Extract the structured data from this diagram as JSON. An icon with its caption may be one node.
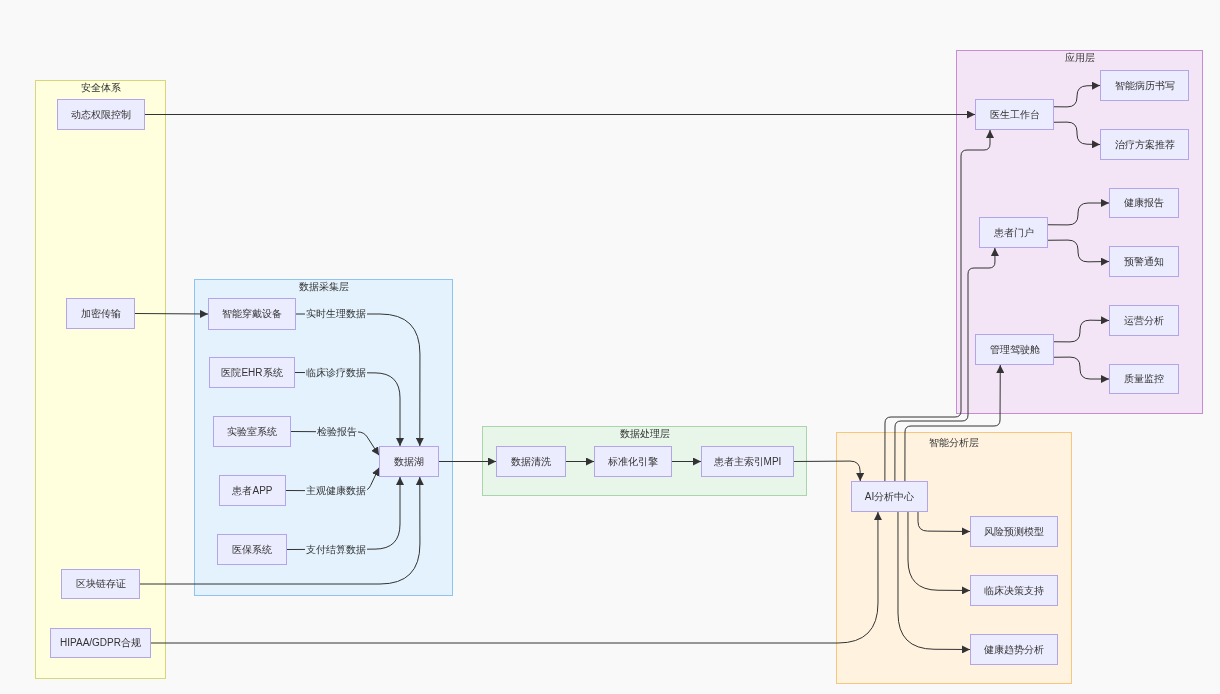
{
  "diagram": {
    "nodes": [
      {
        "text": [
          "安全体系"
        ]
      },
      {
        "text": [
          "动态权限控制"
        ],
        "in": 0
      },
      {
        "text": [
          "加密传输"
        ],
        "in": 0
      },
      {
        "text": [
          "区块链存证"
        ],
        "in": 0
      },
      {
        "text": [
          "HIPAA/GDPR合规"
        ],
        "in": 0
      },
      {
        "text": [
          "数据采集层"
        ]
      },
      {
        "text": [
          "智能穿戴设备"
        ],
        "in": 5
      },
      {
        "text": [
          "医院EHR系统"
        ],
        "in": 5
      },
      {
        "text": [
          "实验室系统"
        ],
        "in": 5
      },
      {
        "text": [
          "患者APP"
        ],
        "in": 5
      },
      {
        "text": [
          "医保系统"
        ],
        "in": 5
      },
      {
        "text": [
          "数据湖"
        ],
        "in": 5
      },
      {
        "text": [
          "数据处理层"
        ]
      },
      {
        "text": [
          "数据清洗"
        ],
        "in": 12
      },
      {
        "text": [
          "标准化引擎"
        ],
        "in": 12
      },
      {
        "text": [
          "患者主索引MPI"
        ],
        "in": 12
      },
      {
        "text": [
          "智能分析层"
        ]
      },
      {
        "text": [
          "AI分析中心"
        ],
        "in": 16
      },
      {
        "text": [
          "风险预测模型"
        ],
        "in": 16
      },
      {
        "text": [
          "临床决策支持"
        ],
        "in": 16
      },
      {
        "text": [
          "健康趋势分析"
        ],
        "in": 16
      },
      {
        "text": [
          "应用层"
        ]
      },
      {
        "text": [
          "医生工作台"
        ],
        "in": 21
      },
      {
        "text": [
          "智能病历书写"
        ],
        "in": 21
      },
      {
        "text": [
          "治疗方案推荐"
        ],
        "in": 21
      },
      {
        "text": [
          "患者门户"
        ],
        "in": 21
      },
      {
        "text": [
          "健康报告"
        ],
        "in": 21
      },
      {
        "text": [
          "预警通知"
        ],
        "in": 21
      },
      {
        "text": [
          "管理驾驶舱"
        ],
        "in": 21
      },
      {
        "text": [
          "运营分析"
        ],
        "in": 21
      },
      {
        "text": [
          "质量监控"
        ],
        "in": 21
      }
    ],
    "edges": [
      {
        "from": 6,
        "to": 11,
        "arrow": "to",
        "label": "实时生理数据"
      },
      {
        "from": 7,
        "to": 11,
        "arrow": "to",
        "label": "临床诊疗数据"
      },
      {
        "from": 8,
        "to": 11,
        "arrow": "to",
        "label": "检验报告"
      },
      {
        "from": 9,
        "to": 11,
        "arrow": "to",
        "label": "主观健康数据"
      },
      {
        "from": 10,
        "to": 11,
        "arrow": "to",
        "label": "支付结算数据"
      },
      {
        "from": 11,
        "to": 13,
        "arrow": "to"
      },
      {
        "from": 13,
        "to": 14,
        "arrow": "to"
      },
      {
        "from": 14,
        "to": 15,
        "arrow": "to"
      },
      {
        "from": 15,
        "to": 17,
        "arrow": "to"
      },
      {
        "from": 17,
        "to": 18,
        "arrow": "to"
      },
      {
        "from": 17,
        "to": 19,
        "arrow": "to"
      },
      {
        "from": 17,
        "to": 20,
        "arrow": "to"
      },
      {
        "from": 17,
        "to": 22,
        "arrow": "to"
      },
      {
        "from": 17,
        "to": 25,
        "arrow": "to"
      },
      {
        "from": 17,
        "to": 28,
        "arrow": "to"
      },
      {
        "from": 22,
        "to": 23,
        "arrow": "to"
      },
      {
        "from": 22,
        "to": 24,
        "arrow": "to"
      },
      {
        "from": 25,
        "to": 26,
        "arrow": "to"
      },
      {
        "from": 25,
        "to": 27,
        "arrow": "to"
      },
      {
        "from": 28,
        "to": 29,
        "arrow": "to"
      },
      {
        "from": 28,
        "to": 30,
        "arrow": "to"
      },
      {
        "from": 1,
        "to": 22,
        "arrow": "to"
      },
      {
        "from": 2,
        "to": 6,
        "arrow": "to"
      },
      {
        "from": 3,
        "to": 11,
        "arrow": "to"
      },
      {
        "from": 4,
        "to": 17,
        "arrow": "to"
      }
    ]
  }
}
